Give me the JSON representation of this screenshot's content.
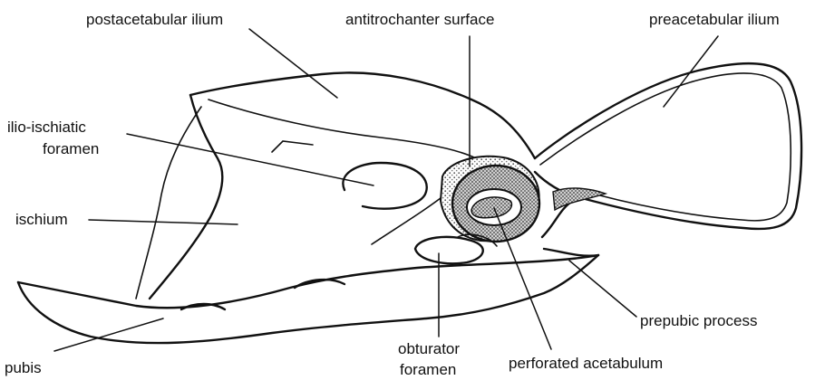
{
  "labels": {
    "postacetabular_ilium": "postacetabular ilium",
    "antitrochanter_surface": "antitrochanter surface",
    "preacetabular_ilium": "preacetabular ilium",
    "ilio_ischiatic_foramen_line1": "ilio-ischiatic",
    "ilio_ischiatic_foramen_line2": "foramen",
    "ischium": "ischium",
    "pubis": "pubis",
    "obturator_foramen_line1": "obturator",
    "obturator_foramen_line2": "foramen",
    "perforated_acetabulum": "perforated acetabulum",
    "prepubic_process": "prepubic process"
  },
  "colors": {
    "ink": "#111111",
    "stipple": "#bdbdbd",
    "background": "#ffffff"
  }
}
